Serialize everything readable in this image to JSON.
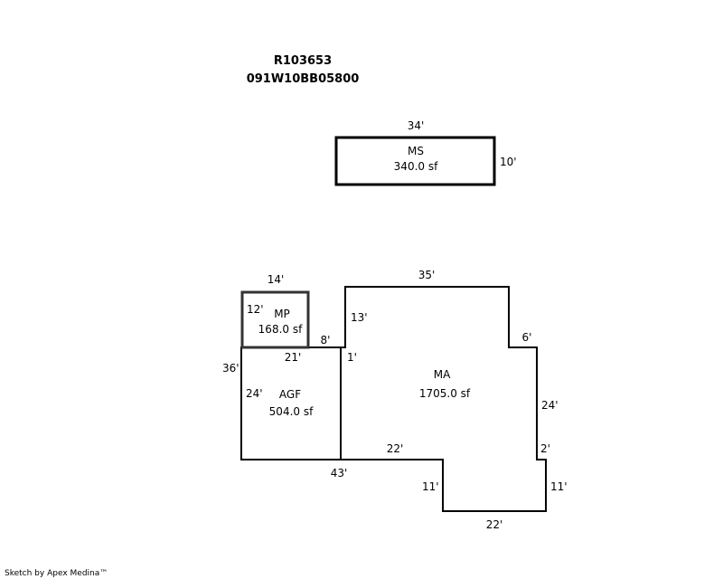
{
  "header": {
    "account": "R103653",
    "map_number": "091W10BB05800"
  },
  "areas": {
    "ms": {
      "code": "MS",
      "area": "340.0 sf"
    },
    "mp": {
      "code": "MP",
      "area": "168.0 sf"
    },
    "agf": {
      "code": "AGF",
      "area": "504.0 sf"
    },
    "ma": {
      "code": "MA",
      "area": "1705.0 sf"
    }
  },
  "dimensions": {
    "ms_top": "34'",
    "ms_right": "10'",
    "mp_top": "14'",
    "mp_left": "12'",
    "agf_left_outer": "36'",
    "agf_top": "21'",
    "agf_left": "24'",
    "ma_step_top": "8'",
    "ma_step_side": "1'",
    "ma_left": "13'",
    "ma_top": "35'",
    "ma_right_step": "6'",
    "ma_right": "24'",
    "ma_right_step2": "2'",
    "ma_bottom": "22'",
    "bottom_total": "43'",
    "ma_notch_left": "11'",
    "ma_notch_right": "11'",
    "ma_notch_bottom": "22'"
  },
  "footer": {
    "credit": "Sketch by Apex Medina™"
  }
}
